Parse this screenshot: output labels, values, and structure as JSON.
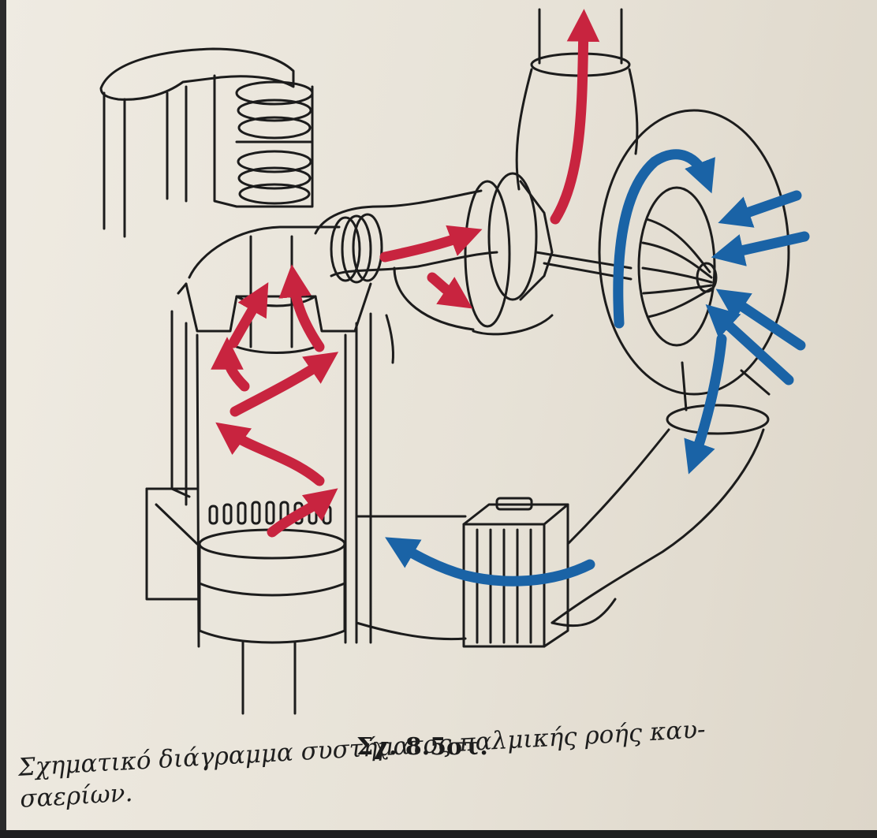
{
  "figure": {
    "label": "Σχ. 8.5στ.",
    "caption_lines": [
      "Σχηματικό διάγραμμα συστήματος παλμικής ροής καυ-",
      "σαερίων."
    ]
  },
  "colors": {
    "exhaust_flow": "#c8243f",
    "intake_air_flow": "#1a63a6",
    "line_art": "#1c1c1c",
    "paper": "#ebe6dc"
  },
  "icons": [
    "exhaust-flow-arrow",
    "intake-air-arrow"
  ]
}
